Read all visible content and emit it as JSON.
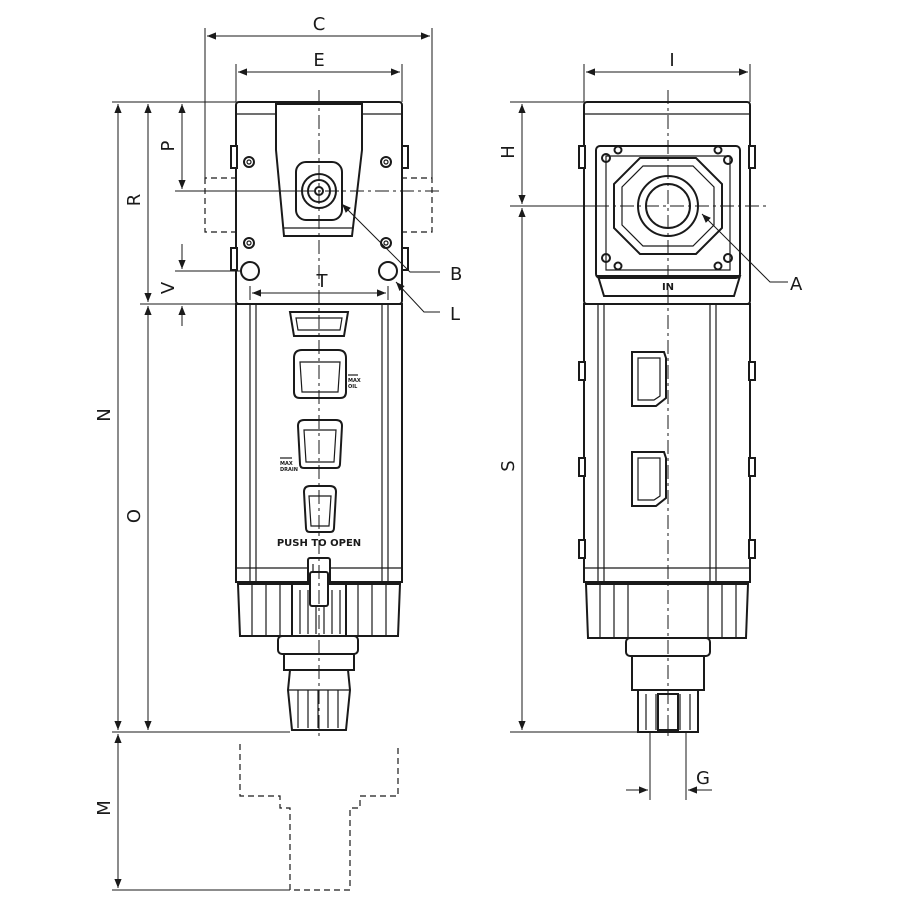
{
  "labels": {
    "C": "C",
    "E": "E",
    "P": "P",
    "R": "R",
    "V": "V",
    "T": "T",
    "N": "N",
    "O": "O",
    "M": "M",
    "B": "B",
    "L": "L",
    "I": "I",
    "H": "H",
    "S": "S",
    "A": "A",
    "G": "G"
  },
  "text": {
    "max_oil": [
      "MAX",
      "OIL"
    ],
    "max_drain": [
      "MAX",
      "DRAIN"
    ],
    "push_to_open": "PUSH TO OPEN",
    "in_port": "IN"
  }
}
